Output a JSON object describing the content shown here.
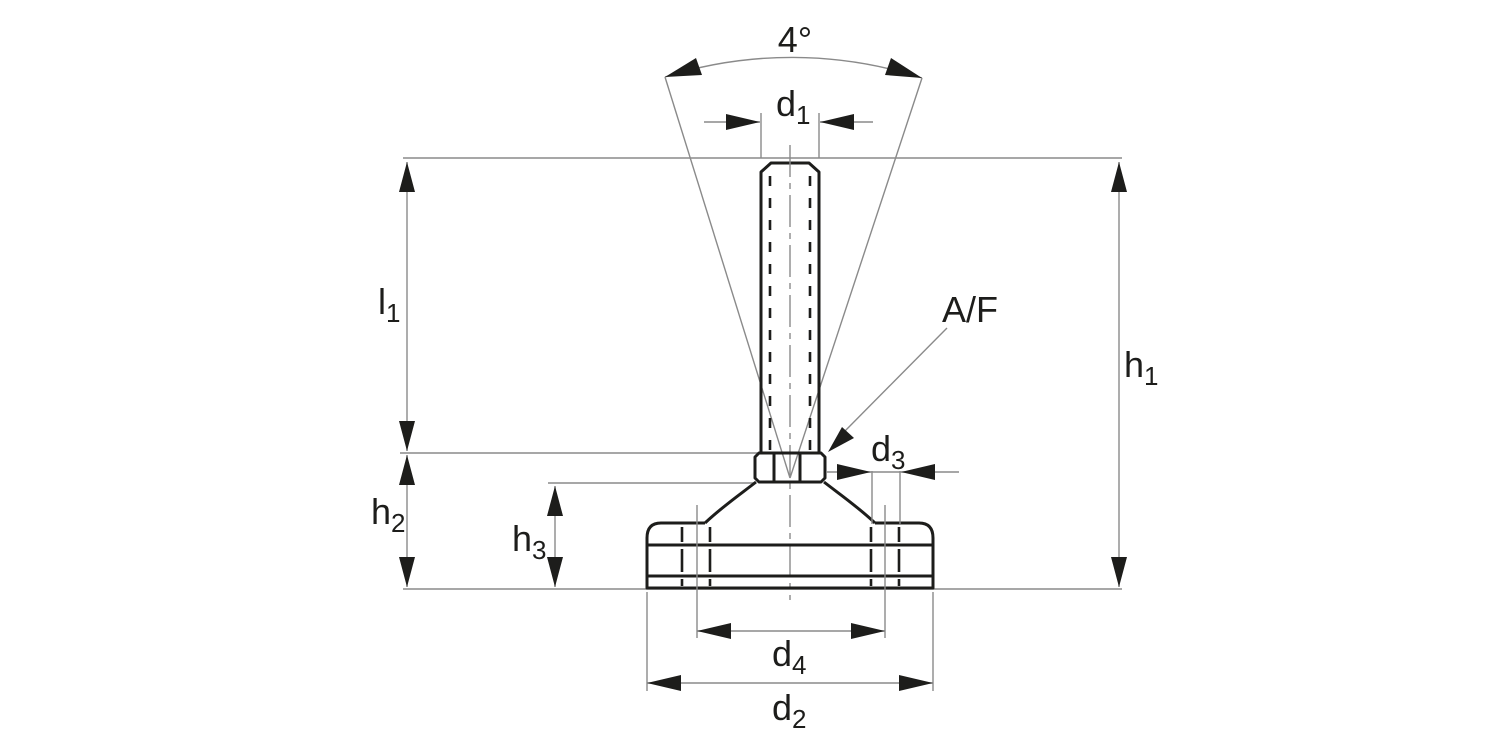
{
  "drawing": {
    "labels": {
      "angle": "4°",
      "across_flats": "A/F",
      "d1": {
        "base": "d",
        "sub": "1"
      },
      "l1": {
        "base": "l",
        "sub": "1"
      },
      "h1": {
        "base": "h",
        "sub": "1"
      },
      "h2": {
        "base": "h",
        "sub": "2"
      },
      "h3": {
        "base": "h",
        "sub": "3"
      },
      "d3": {
        "base": "d",
        "sub": "3"
      },
      "d4": {
        "base": "d",
        "sub": "4"
      },
      "d2": {
        "base": "d",
        "sub": "2"
      }
    },
    "colors": {
      "outline": "#1d1d1b",
      "thin_line": "#8a8a8a",
      "text": "#1d1d1b",
      "background": "#ffffff"
    }
  }
}
